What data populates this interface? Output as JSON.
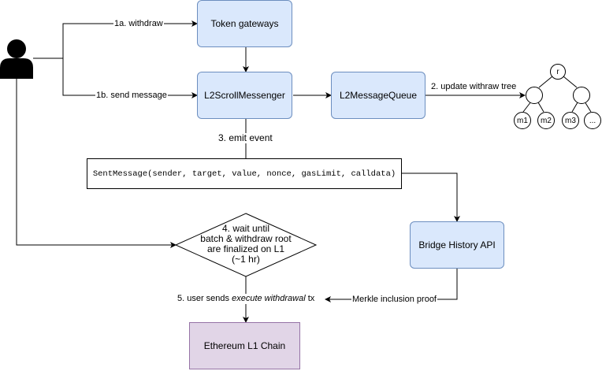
{
  "nodes": {
    "token_gateways": "Token gateways",
    "l2_scroll_messenger": "L2ScrollMessenger",
    "l2_message_queue": "L2MessageQueue",
    "sent_message": "SentMessage(sender, target, value, nonce, gasLimit, calldata)",
    "bridge_history_api": "Bridge History API",
    "ethereum_l1_chain": "Ethereum L1 Chain"
  },
  "decision": {
    "line1": "4. wait until",
    "line2": "batch & withdraw root",
    "line3": "are finalized on L1",
    "line4": "(~1 hr)"
  },
  "edges": {
    "withdraw": "1a. withdraw",
    "send_message": "1b. send message",
    "update_tree": "2. update withraw tree",
    "emit_event": "3. emit event",
    "user_sends_prefix": "5. user sends ",
    "user_sends_italic": "execute withdrawal",
    "user_sends_suffix": " tx",
    "merkle_proof": "Merkle inclusion proof"
  },
  "tree": {
    "root": "r",
    "leaves": [
      "m1",
      "m2",
      "m3",
      "..."
    ]
  },
  "icons": {
    "user": "user-icon"
  },
  "colors": {
    "blue_fill": "#dae8fc",
    "blue_stroke": "#6c8ebf",
    "purple_fill": "#e1d5e7",
    "purple_stroke": "#9673a6"
  }
}
